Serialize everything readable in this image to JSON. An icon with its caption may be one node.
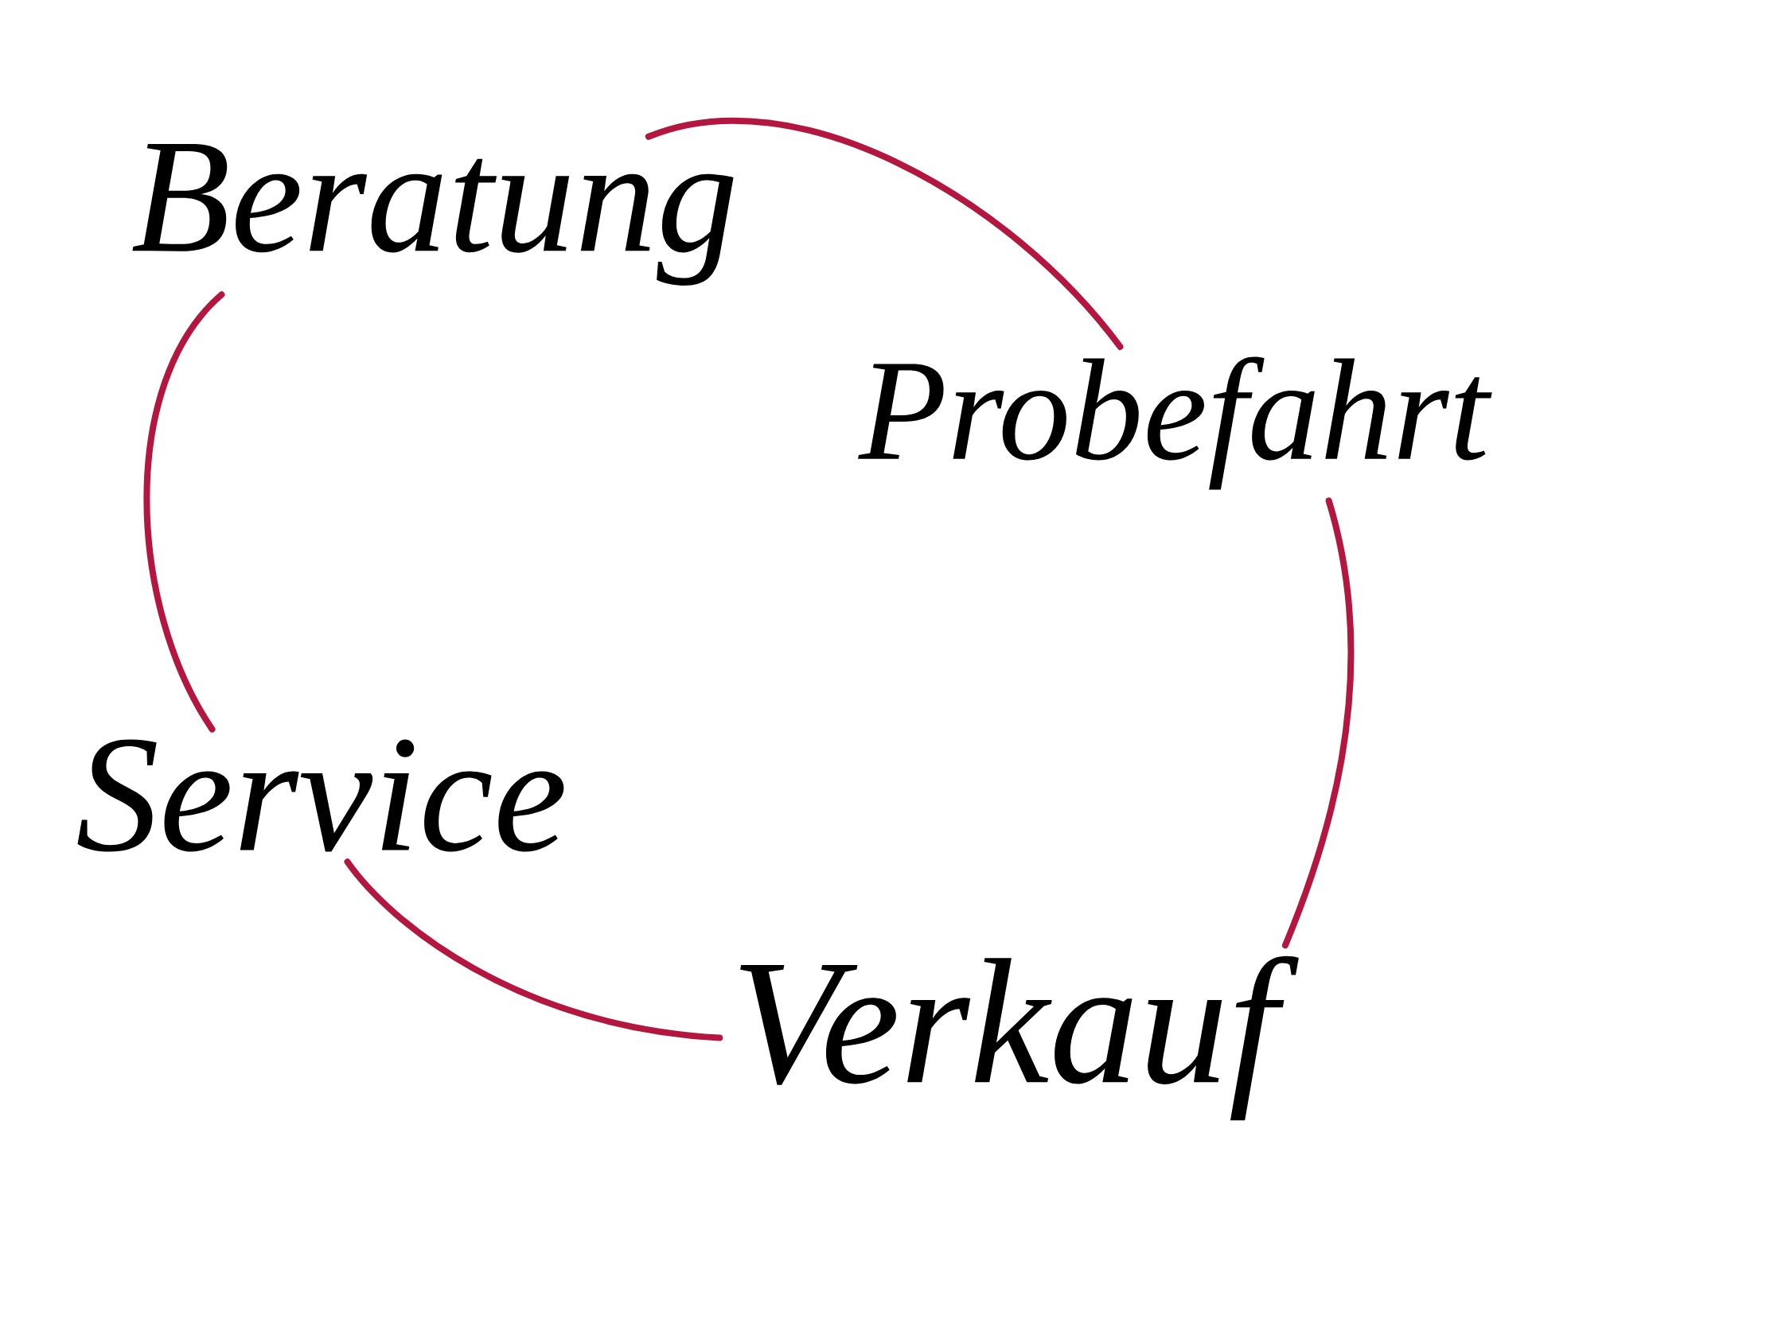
{
  "diagram": {
    "nodes": [
      {
        "text": [
          "Beratung"
        ]
      },
      {
        "text": [
          "Probefahrt"
        ]
      },
      {
        "text": [
          "Service"
        ]
      },
      {
        "text": [
          "Verkauf"
        ]
      }
    ],
    "edges": [
      {
        "from": 0,
        "to": 1,
        "arrow": "none"
      },
      {
        "from": 1,
        "to": 3,
        "arrow": "none"
      },
      {
        "from": 3,
        "to": 2,
        "arrow": "none"
      },
      {
        "from": 2,
        "to": 0,
        "arrow": "none"
      }
    ]
  }
}
